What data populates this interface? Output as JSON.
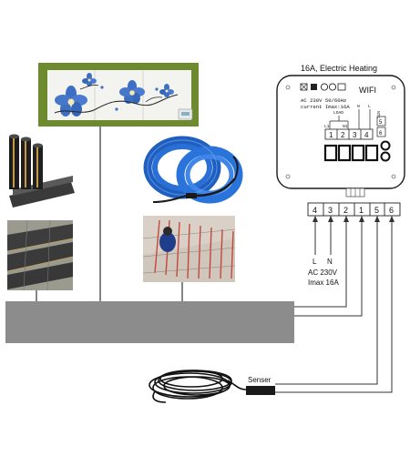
{
  "thermostat": {
    "title": "16A, Electric Heating",
    "wifi_label": "WIFI",
    "spec_line1": "AC 230V 50/60Hz",
    "spec_line2": "current Imax:16A",
    "load_label": "LOAD",
    "l1_label": "L1",
    "n1_label": "N1",
    "n_label": "N",
    "l_label": "L",
    "top_terminals": [
      "1",
      "2",
      "3",
      "4"
    ],
    "right_labels": [
      "NTC",
      "5",
      "6"
    ]
  },
  "terminal_block": {
    "numbers": [
      "4",
      "3",
      "2",
      "1",
      "5",
      "6"
    ],
    "l_label": "L",
    "n_label": "N",
    "supply_line1": "AC 230V",
    "supply_line2": "Imax 16A"
  },
  "sensor": {
    "label": "Senser"
  },
  "colors": {
    "panel_green": "#6e8a2f",
    "cable_blue": "#2a6fd6",
    "gray_bar": "#8c8c8c",
    "wire": "#333333"
  }
}
